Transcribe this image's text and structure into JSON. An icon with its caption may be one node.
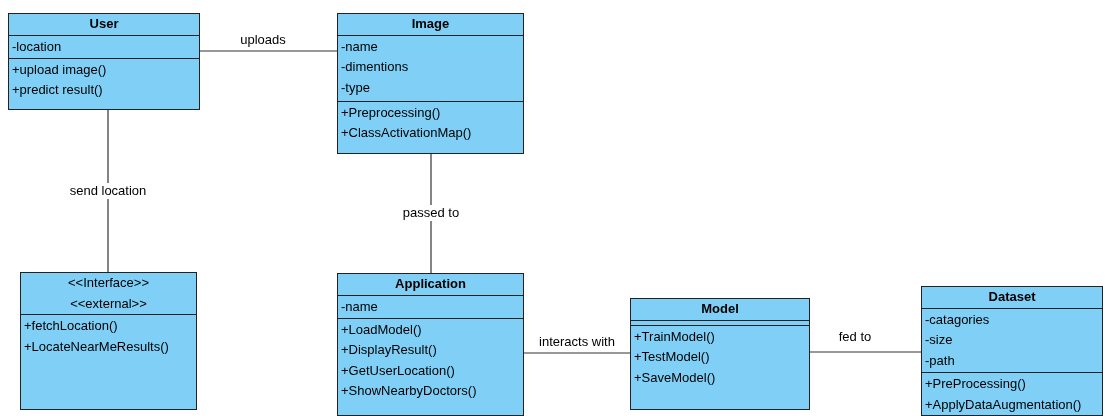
{
  "diagram": {
    "nodes": [
      {
        "text": [
          "User"
        ]
      },
      {
        "text": [
          "-location"
        ],
        "in": 0
      },
      {
        "text": [
          "+upload image()",
          "+predict result()"
        ],
        "in": 0
      },
      {
        "text": [
          "Image"
        ]
      },
      {
        "text": [
          "-name",
          "-dimentions",
          "-type"
        ],
        "in": 3
      },
      {
        "text": [
          "+Preprocessing()",
          "+ClassActivationMap()"
        ],
        "in": 3
      },
      {
        "text": [
          "<<Interface>>",
          "<<external>>"
        ]
      },
      {
        "text": [
          "+fetchLocation()",
          "+LocateNearMeResults()"
        ],
        "in": 6
      },
      {
        "text": [
          "Application"
        ]
      },
      {
        "text": [
          "-name"
        ],
        "in": 8
      },
      {
        "text": [
          "+LoadModel()",
          "+DisplayResult()",
          "+GetUserLocation()",
          "+ShowNearbyDoctors()"
        ],
        "in": 8
      },
      {
        "text": [
          "Model"
        ]
      },
      {
        "text": [],
        "shape": "box",
        "in": 11
      },
      {
        "text": [
          "+TrainModel()",
          "+TestModel()",
          "+SaveModel()"
        ],
        "in": 11
      },
      {
        "text": [
          "Dataset"
        ]
      },
      {
        "text": [
          "-catagories",
          "-size",
          "-path"
        ],
        "in": 14
      },
      {
        "text": [
          "+PreProcessing()",
          "+ApplyDataAugmentation()"
        ],
        "in": 14
      }
    ],
    "edges": [
      {
        "from": 0,
        "to": 3,
        "arrow": "none",
        "label": "uploads"
      },
      {
        "from": 0,
        "to": 6,
        "arrow": "none",
        "label": "send location"
      },
      {
        "from": 3,
        "to": 8,
        "arrow": "none",
        "label": "passed to"
      },
      {
        "from": 8,
        "to": 11,
        "arrow": "none",
        "label": "interacts with"
      },
      {
        "from": 11,
        "to": 14,
        "arrow": "none",
        "label": "fed to"
      }
    ]
  }
}
